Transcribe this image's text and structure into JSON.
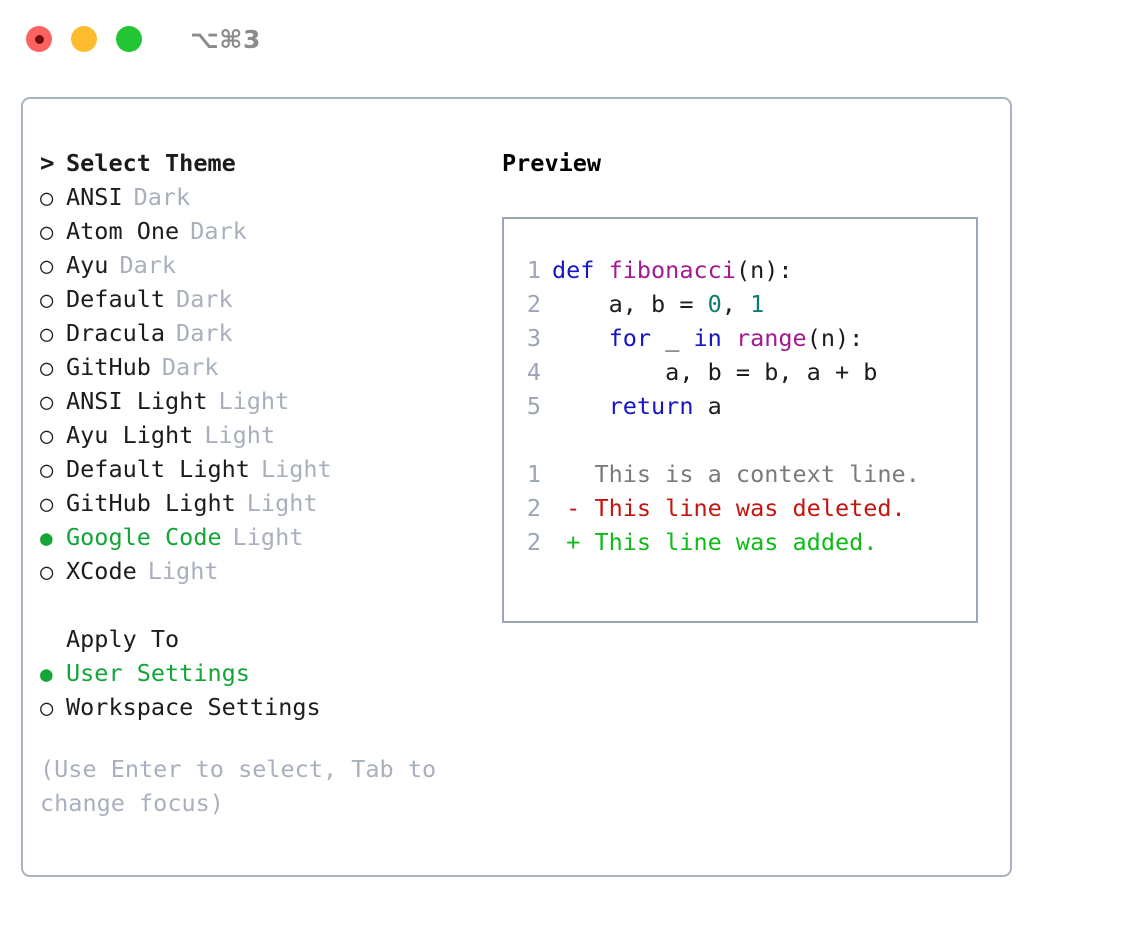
{
  "titlebar": {
    "shortcut": "⌥⌘3",
    "buttons": [
      {
        "name": "close",
        "color": "#fc6360"
      },
      {
        "name": "minimize",
        "color": "#fdbc2e"
      },
      {
        "name": "maximize",
        "color": "#22c534"
      }
    ]
  },
  "theme_picker": {
    "heading_marker": ">",
    "heading": "Select Theme",
    "items": [
      {
        "marker": "○",
        "label": "ANSI",
        "suffix": "Dark",
        "selected": false
      },
      {
        "marker": "○",
        "label": "Atom One",
        "suffix": "Dark",
        "selected": false
      },
      {
        "marker": "○",
        "label": "Ayu",
        "suffix": "Dark",
        "selected": false
      },
      {
        "marker": "○",
        "label": "Default",
        "suffix": "Dark",
        "selected": false
      },
      {
        "marker": "○",
        "label": "Dracula",
        "suffix": "Dark",
        "selected": false
      },
      {
        "marker": "○",
        "label": "GitHub",
        "suffix": "Dark",
        "selected": false
      },
      {
        "marker": "○",
        "label": "ANSI Light",
        "suffix": "Light",
        "selected": false
      },
      {
        "marker": "○",
        "label": "Ayu Light",
        "suffix": "Light",
        "selected": false
      },
      {
        "marker": "○",
        "label": "Default Light",
        "suffix": "Light",
        "selected": false
      },
      {
        "marker": "○",
        "label": "GitHub Light",
        "suffix": "Light",
        "selected": false
      },
      {
        "marker": "●",
        "label": "Google Code",
        "suffix": "Light",
        "selected": true
      },
      {
        "marker": "○",
        "label": "XCode",
        "suffix": "Light",
        "selected": false
      }
    ]
  },
  "apply_to": {
    "heading": "Apply To",
    "items": [
      {
        "marker": "●",
        "label": "User Settings",
        "selected": true
      },
      {
        "marker": "○",
        "label": "Workspace Settings",
        "selected": false
      }
    ]
  },
  "hint": "(Use Enter to select, Tab to change focus)",
  "preview": {
    "title": "Preview",
    "code_lines": [
      {
        "num": "1",
        "tokens": [
          {
            "t": "def ",
            "c": "kw"
          },
          {
            "t": "fibonacci",
            "c": "fn"
          },
          {
            "t": "(n):",
            "c": "plain"
          }
        ]
      },
      {
        "num": "2",
        "tokens": [
          {
            "t": "    a, b = ",
            "c": "plain"
          },
          {
            "t": "0",
            "c": "num"
          },
          {
            "t": ", ",
            "c": "plain"
          },
          {
            "t": "1",
            "c": "num"
          }
        ]
      },
      {
        "num": "3",
        "tokens": [
          {
            "t": "    ",
            "c": "plain"
          },
          {
            "t": "for",
            "c": "kw"
          },
          {
            "t": " _ ",
            "c": "plain"
          },
          {
            "t": "in",
            "c": "kw"
          },
          {
            "t": " ",
            "c": "plain"
          },
          {
            "t": "range",
            "c": "fn"
          },
          {
            "t": "(n):",
            "c": "plain"
          }
        ]
      },
      {
        "num": "4",
        "tokens": [
          {
            "t": "        a, b = b, a + b",
            "c": "plain"
          }
        ]
      },
      {
        "num": "5",
        "tokens": [
          {
            "t": "    ",
            "c": "plain"
          },
          {
            "t": "return",
            "c": "kw"
          },
          {
            "t": " a",
            "c": "plain"
          }
        ]
      }
    ],
    "diff_lines": [
      {
        "num": "1",
        "tokens": [
          {
            "t": "   This is a context line.",
            "c": "ctx"
          }
        ]
      },
      {
        "num": "2",
        "tokens": [
          {
            "t": " - This line was deleted.",
            "c": "del"
          }
        ]
      },
      {
        "num": "2",
        "tokens": [
          {
            "t": " + This line was added.",
            "c": "add"
          }
        ]
      }
    ]
  },
  "colors": {
    "accent_green": "#13a538",
    "muted": "#a8b0bd",
    "border": "#aab3c0",
    "preview_border": "#9aa5b5",
    "keyword": "#1515c4",
    "function": "#a21a8d",
    "number": "#0f7a72",
    "diff_deleted": "#c4160f",
    "diff_added": "#0fbb18",
    "diff_context": "#7a7a7a"
  }
}
